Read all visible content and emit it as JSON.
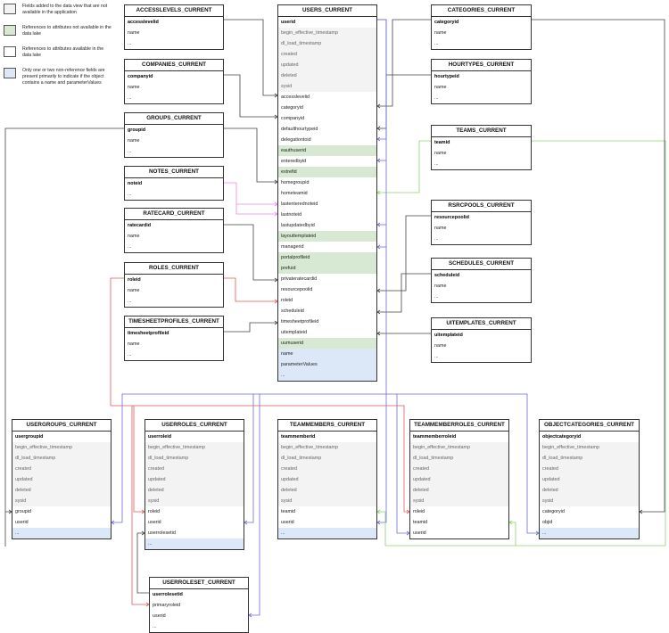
{
  "legend": [
    {
      "text": "Fields added to the data view that are not available in the application",
      "color": "#f3f3f3"
    },
    {
      "text": "References to attributes not available in the data lake",
      "color": "#d8e9d3"
    },
    {
      "text": "References to attributes available in the data lake",
      "color": "#ffffff"
    },
    {
      "text": "Only one or two non-reference fields are present primarily to indicate if the object contains a name and parameterValues",
      "color": "#dce8f8"
    }
  ],
  "colors": {
    "line_default": "#444444",
    "line_blue": "#6b6bd6",
    "line_red": "#e05a5a",
    "line_green": "#8fd16a",
    "line_pink": "#e58ae5",
    "meta_fill": "#f3f3f3",
    "not_in_lake_fill": "#d8e9d3",
    "extra_fill": "#dce8f8"
  },
  "entities": [
    {
      "title": "ACCESSLEVELS_CURRENT",
      "fields": [
        {
          "n": "accesslevelid",
          "k": "pk"
        },
        {
          "n": "name",
          "k": "pl"
        },
        {
          "n": "...",
          "k": "pl"
        }
      ]
    },
    {
      "title": "COMPANIES_CURRENT",
      "fields": [
        {
          "n": "companyid",
          "k": "pk"
        },
        {
          "n": "name",
          "k": "pl"
        },
        {
          "n": "...",
          "k": "pl"
        }
      ]
    },
    {
      "title": "GROUPS_CURRENT",
      "fields": [
        {
          "n": "groupid",
          "k": "pk"
        },
        {
          "n": "name",
          "k": "pl"
        },
        {
          "n": "...",
          "k": "pl"
        }
      ]
    },
    {
      "title": "NOTES_CURRENT",
      "fields": [
        {
          "n": "noteid",
          "k": "pk"
        },
        {
          "n": "...",
          "k": "pl"
        }
      ]
    },
    {
      "title": "RATECARD_CURRENT",
      "fields": [
        {
          "n": "ratecardid",
          "k": "pk"
        },
        {
          "n": "name",
          "k": "pl"
        },
        {
          "n": "...",
          "k": "pl"
        }
      ]
    },
    {
      "title": "ROLES_CURRENT",
      "fields": [
        {
          "n": "roleid",
          "k": "pk"
        },
        {
          "n": "name",
          "k": "pl"
        },
        {
          "n": "...",
          "k": "pl"
        }
      ]
    },
    {
      "title": "TIMESHEETPROFILES_CURRENT",
      "fields": [
        {
          "n": "timesheetprofileid",
          "k": "pk"
        },
        {
          "n": "name",
          "k": "pl"
        },
        {
          "n": "...",
          "k": "pl"
        }
      ]
    },
    {
      "title": "USERS_CURRENT",
      "fields": [
        {
          "n": "userid",
          "k": "pk"
        },
        {
          "n": "begin_effective_timestamp",
          "k": "meta"
        },
        {
          "n": "dl_load_timestamp",
          "k": "meta"
        },
        {
          "n": "created",
          "k": "meta"
        },
        {
          "n": "updated",
          "k": "meta"
        },
        {
          "n": "deleted",
          "k": "meta"
        },
        {
          "n": "sysid",
          "k": "meta"
        },
        {
          "n": "accesslevelid",
          "k": "pl"
        },
        {
          "n": "categoryid",
          "k": "pl"
        },
        {
          "n": "companyid",
          "k": "pl"
        },
        {
          "n": "defaulthourtypeid",
          "k": "pl"
        },
        {
          "n": "delegationtoid",
          "k": "pl"
        },
        {
          "n": "eauthuserid",
          "k": "nla"
        },
        {
          "n": "enteredbyid",
          "k": "pl"
        },
        {
          "n": "extrefid",
          "k": "nla"
        },
        {
          "n": "homegroupid",
          "k": "pl"
        },
        {
          "n": "hometeamid",
          "k": "pl"
        },
        {
          "n": "lastenterednoteid",
          "k": "pl"
        },
        {
          "n": "lastnoteid",
          "k": "pl"
        },
        {
          "n": "lastupdatedbyid",
          "k": "pl"
        },
        {
          "n": "layouttemplateid",
          "k": "nla"
        },
        {
          "n": "managerid",
          "k": "pl"
        },
        {
          "n": "portalprofileid",
          "k": "nla"
        },
        {
          "n": "prefuid",
          "k": "nla"
        },
        {
          "n": "privateratecardid",
          "k": "pl"
        },
        {
          "n": "resourcepoolid",
          "k": "pl"
        },
        {
          "n": "roleid",
          "k": "pl"
        },
        {
          "n": "scheduleid",
          "k": "pl"
        },
        {
          "n": "timesheetprofileid",
          "k": "pl"
        },
        {
          "n": "uitemplateid",
          "k": "pl"
        },
        {
          "n": "uumuserid",
          "k": "nla"
        },
        {
          "n": "name",
          "k": "fx"
        },
        {
          "n": "parameterValues",
          "k": "fx"
        },
        {
          "n": "...",
          "k": "fx"
        }
      ]
    },
    {
      "title": "CATEGORIES_CURRENT",
      "fields": [
        {
          "n": "categoryid",
          "k": "pk"
        },
        {
          "n": "name",
          "k": "pl"
        },
        {
          "n": "...",
          "k": "pl"
        }
      ]
    },
    {
      "title": "HOURTYPES_CURRENT",
      "fields": [
        {
          "n": "hourtypeid",
          "k": "pk"
        },
        {
          "n": "name",
          "k": "pl"
        },
        {
          "n": "...",
          "k": "pl"
        }
      ]
    },
    {
      "title": "TEAMS_CURRENT",
      "fields": [
        {
          "n": "teamid",
          "k": "pk"
        },
        {
          "n": "name",
          "k": "pl"
        },
        {
          "n": "...",
          "k": "pl"
        }
      ]
    },
    {
      "title": "RSRCPOOLS_CURRENT",
      "fields": [
        {
          "n": "resourcepoolid",
          "k": "pk"
        },
        {
          "n": "name",
          "k": "pl"
        },
        {
          "n": "...",
          "k": "pl"
        }
      ]
    },
    {
      "title": "SCHEDULES_CURRENT",
      "fields": [
        {
          "n": "scheduleid",
          "k": "pk"
        },
        {
          "n": "name",
          "k": "pl"
        },
        {
          "n": "...",
          "k": "pl"
        }
      ]
    },
    {
      "title": "UITEMPLATES_CURRENT",
      "fields": [
        {
          "n": "uitemplateid",
          "k": "pk"
        },
        {
          "n": "name",
          "k": "pl"
        },
        {
          "n": "...",
          "k": "pl"
        }
      ]
    },
    {
      "title": "USERGROUPS_CURRENT",
      "fields": [
        {
          "n": "usergroupid",
          "k": "pk"
        },
        {
          "n": "begin_effective_timestamp",
          "k": "meta"
        },
        {
          "n": "dl_load_timestamp",
          "k": "meta"
        },
        {
          "n": "created",
          "k": "meta"
        },
        {
          "n": "updated",
          "k": "meta"
        },
        {
          "n": "deleted",
          "k": "meta"
        },
        {
          "n": "sysid",
          "k": "meta"
        },
        {
          "n": "groupid",
          "k": "pl"
        },
        {
          "n": "userid",
          "k": "pl"
        },
        {
          "n": "...",
          "k": "fx"
        }
      ]
    },
    {
      "title": "USERROLES_CURRENT",
      "fields": [
        {
          "n": "userroleid",
          "k": "pk"
        },
        {
          "n": "begin_effective_timestamp",
          "k": "meta"
        },
        {
          "n": "dl_load_timestamp",
          "k": "meta"
        },
        {
          "n": "created",
          "k": "meta"
        },
        {
          "n": "updated",
          "k": "meta"
        },
        {
          "n": "deleted",
          "k": "meta"
        },
        {
          "n": "sysid",
          "k": "meta"
        },
        {
          "n": "roleid",
          "k": "pl"
        },
        {
          "n": "userid",
          "k": "pl"
        },
        {
          "n": "userrolesetid",
          "k": "pl"
        },
        {
          "n": "...",
          "k": "fx"
        }
      ]
    },
    {
      "title": "TEAMMEMBERS_CURRENT",
      "fields": [
        {
          "n": "teammemberid",
          "k": "pk"
        },
        {
          "n": "begin_effective_timestamp",
          "k": "meta"
        },
        {
          "n": "dl_load_timestamp",
          "k": "meta"
        },
        {
          "n": "created",
          "k": "meta"
        },
        {
          "n": "updated",
          "k": "meta"
        },
        {
          "n": "deleted",
          "k": "meta"
        },
        {
          "n": "sysid",
          "k": "meta"
        },
        {
          "n": "teamid",
          "k": "pl"
        },
        {
          "n": "userid",
          "k": "pl"
        },
        {
          "n": "...",
          "k": "fx"
        }
      ]
    },
    {
      "title": "TEAMMEMBERROLES_CURRENT",
      "fields": [
        {
          "n": "teammemberroleid",
          "k": "pk"
        },
        {
          "n": "begin_effective_timestamp",
          "k": "meta"
        },
        {
          "n": "dl_load_timestamp",
          "k": "meta"
        },
        {
          "n": "created",
          "k": "meta"
        },
        {
          "n": "updated",
          "k": "meta"
        },
        {
          "n": "deleted",
          "k": "meta"
        },
        {
          "n": "sysid",
          "k": "meta"
        },
        {
          "n": "roleid",
          "k": "pl"
        },
        {
          "n": "teamid",
          "k": "pl"
        },
        {
          "n": "userid",
          "k": "pl"
        }
      ]
    },
    {
      "title": "OBJECTCATEGORIES_CURRENT",
      "fields": [
        {
          "n": "objectcategoryid",
          "k": "pk"
        },
        {
          "n": "begin_effective_timestamp",
          "k": "meta"
        },
        {
          "n": "dl_load_timestamp",
          "k": "meta"
        },
        {
          "n": "created",
          "k": "meta"
        },
        {
          "n": "updated",
          "k": "meta"
        },
        {
          "n": "deleted",
          "k": "meta"
        },
        {
          "n": "sysid",
          "k": "meta"
        },
        {
          "n": "categoryid",
          "k": "pl"
        },
        {
          "n": "objid",
          "k": "pl"
        },
        {
          "n": "...",
          "k": "fx"
        }
      ]
    },
    {
      "title": "USERROLESET_CURRENT",
      "fields": [
        {
          "n": "userrolesetid",
          "k": "pk"
        },
        {
          "n": "primaryroleid",
          "k": "pl"
        },
        {
          "n": "userid",
          "k": "pl"
        },
        {
          "n": "...",
          "k": "pl"
        }
      ]
    }
  ]
}
